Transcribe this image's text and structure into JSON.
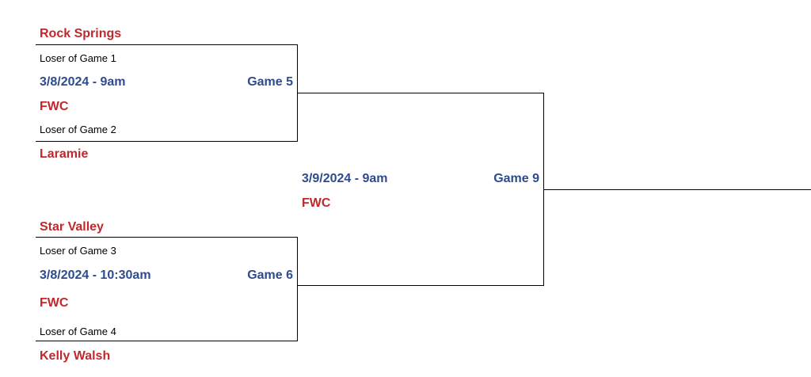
{
  "bracket": {
    "game5": {
      "team_top": "Rock Springs",
      "slot_top": "Loser of Game 1",
      "date": "3/8/2024 - 9am",
      "label": "Game 5",
      "location": "FWC",
      "slot_bottom": "Loser of Game 2",
      "team_bottom": "Laramie"
    },
    "game6": {
      "team_top": "Star Valley",
      "slot_top": "Loser of Game 3",
      "date": "3/8/2024 - 10:30am",
      "label": "Game 6",
      "location": "FWC",
      "slot_bottom": "Loser of Game 4",
      "team_bottom": "Kelly Walsh"
    },
    "game9": {
      "date": "3/9/2024 - 9am",
      "label": "Game 9",
      "location": "FWC"
    }
  }
}
